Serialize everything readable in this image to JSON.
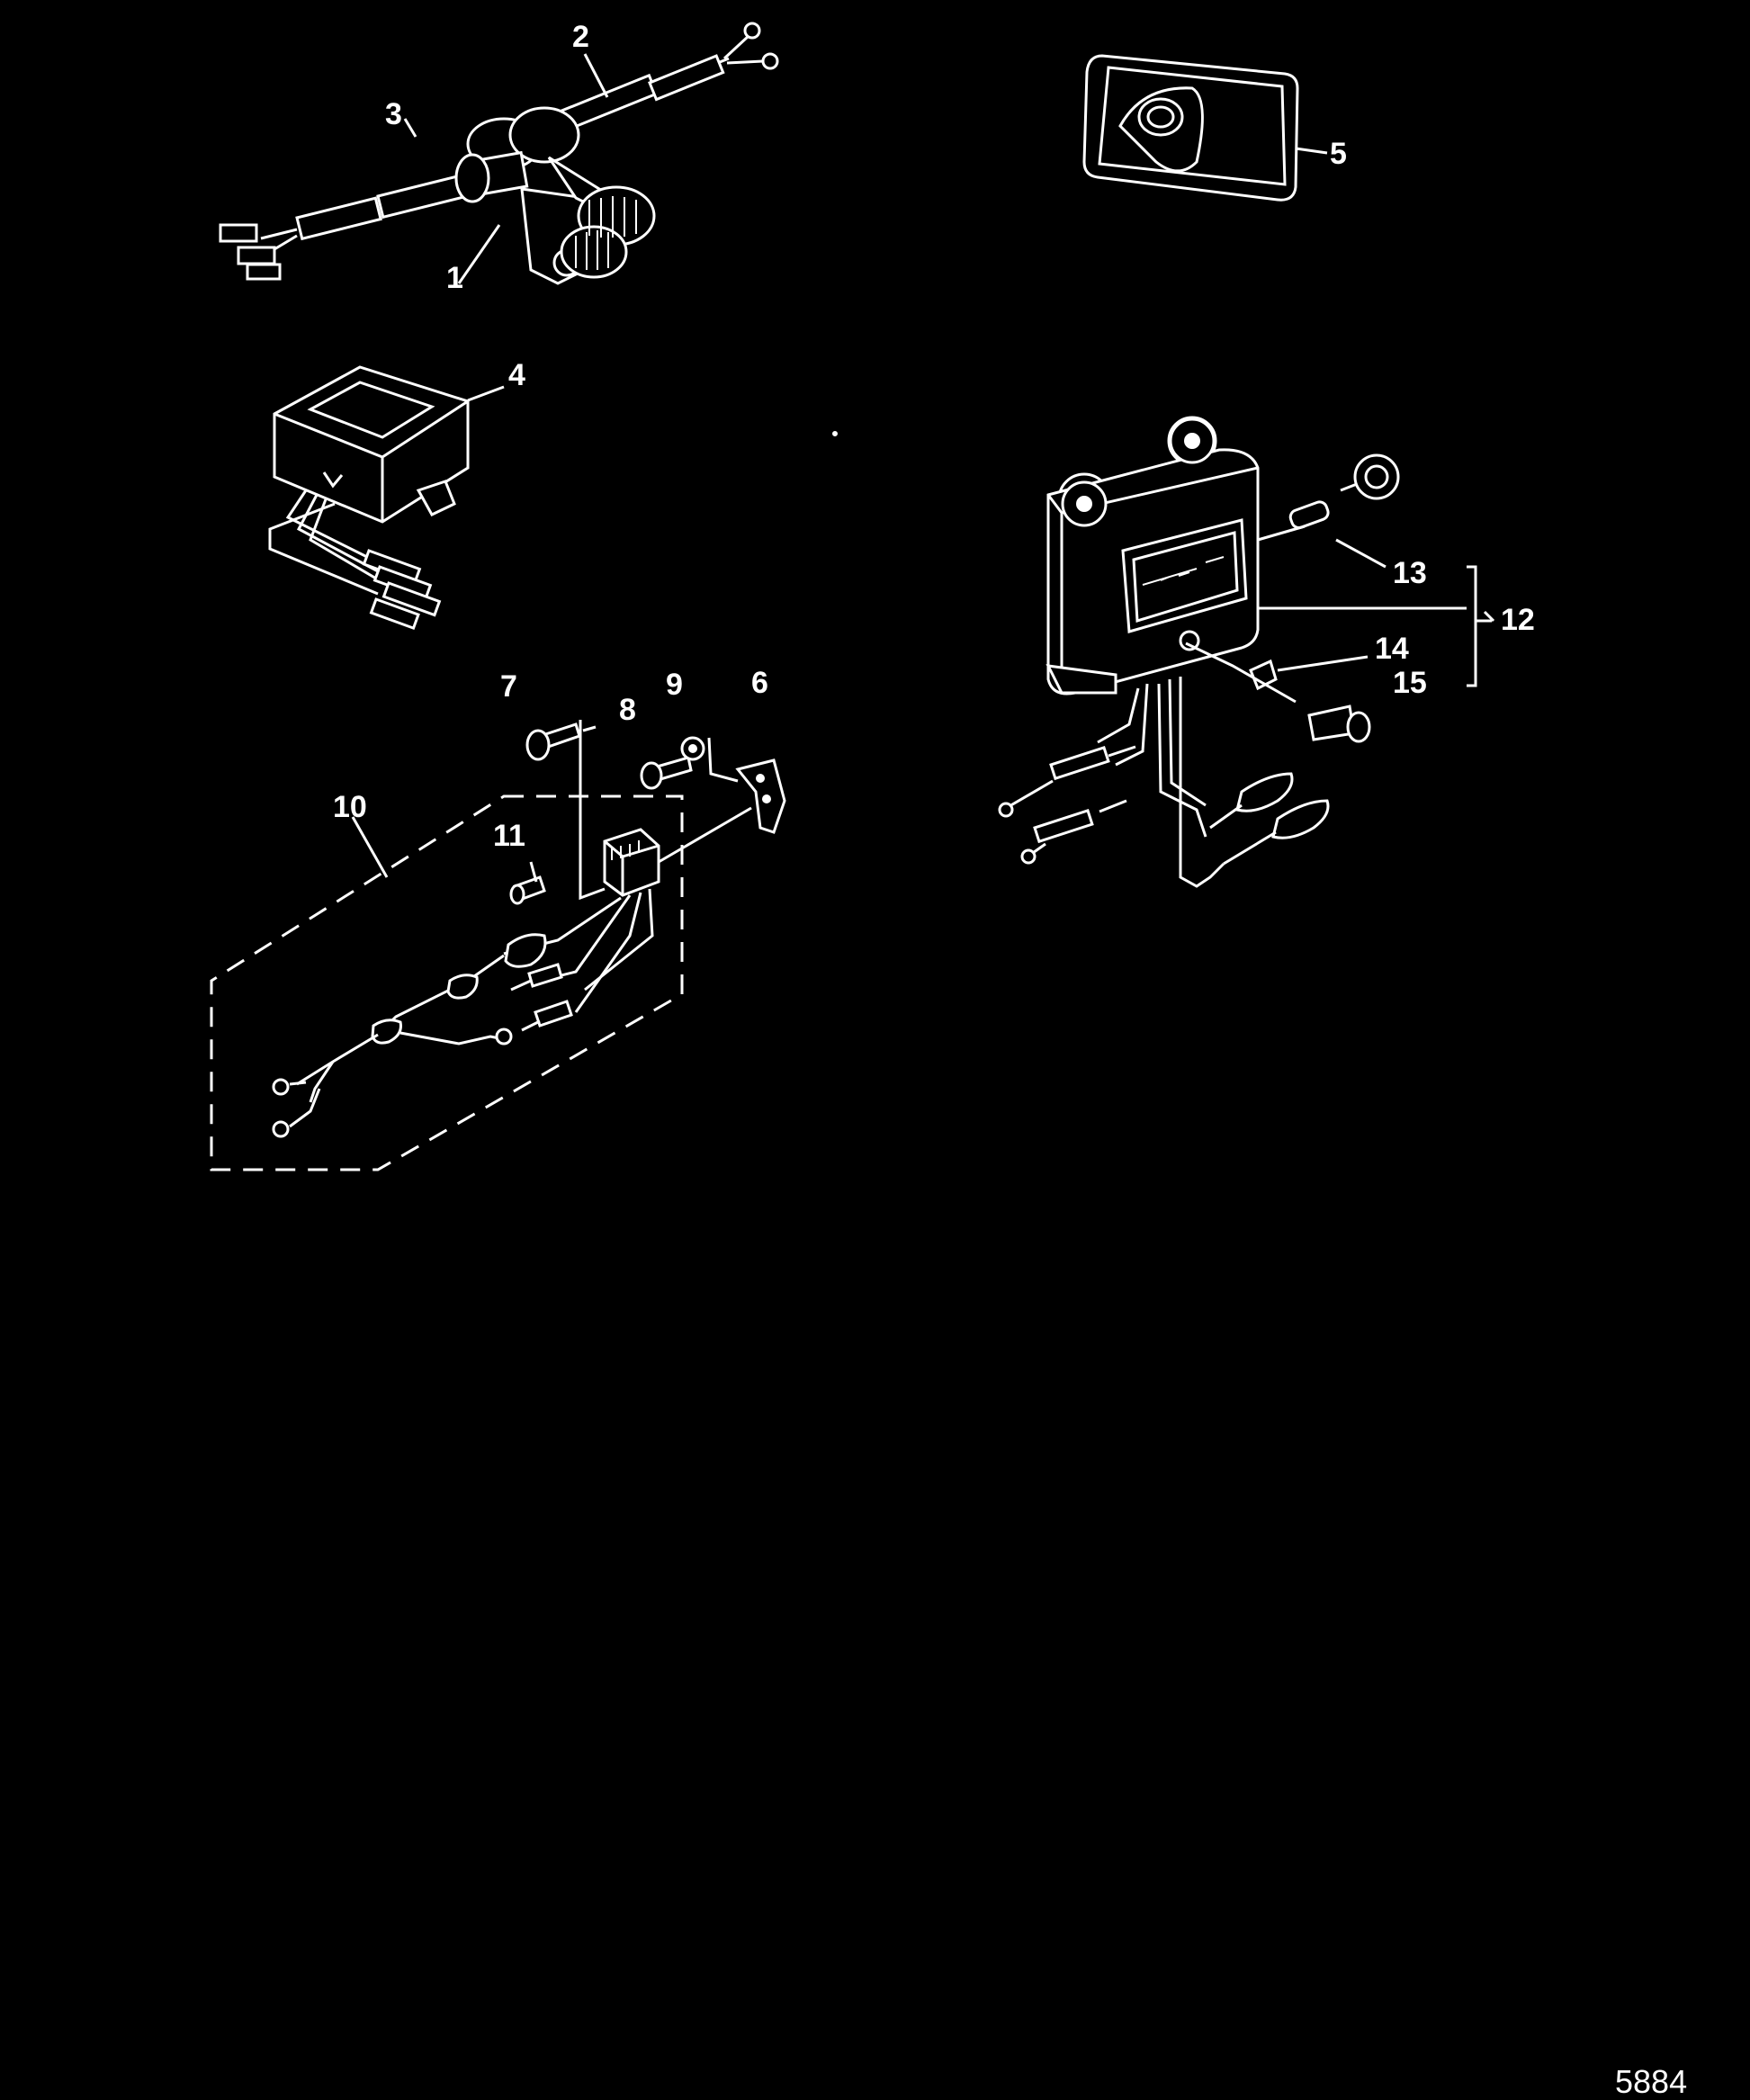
{
  "diagram": {
    "callouts": {
      "c1": "1",
      "c2": "2",
      "c3": "3",
      "c4": "4",
      "c5": "5",
      "c6": "6",
      "c7": "7",
      "c8": "8",
      "c9": "9",
      "c10": "10",
      "c11": "11",
      "c12": "12",
      "c13": "13",
      "c14": "14",
      "c15": "15"
    },
    "figure_code": "5884"
  },
  "colors": {
    "background": "#000000",
    "ink": "#ffffff"
  }
}
